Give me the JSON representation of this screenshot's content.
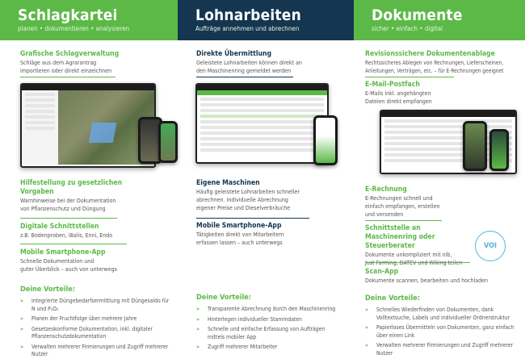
{
  "columns": [
    {
      "title": "Schlagkartei",
      "subtitle": "planen • dokumentieren • analysieren",
      "features": [
        {
          "heading": "Grafische Schlagverwaltung",
          "text": [
            "Schläge aus dem Agrarantrag",
            "importieren oder direkt einzeichnen"
          ]
        },
        {
          "heading": "Hilfestellung zu gesetzlichen Vorgaben",
          "text": [
            "Warnhinweise bei der Dokumentation",
            "von Pflanzenschutz und Düngung"
          ]
        },
        {
          "heading": "Digitale Schnittstellen",
          "text": [
            "z.B. Bodenproben, iBalis, Enni, Endo"
          ]
        },
        {
          "heading": "Mobile Smartphone-App",
          "text": [
            "Schnelle Dokumentation und",
            "guter Überblick – auch von unterwegs"
          ]
        }
      ],
      "benefits_title": "Deine Vorteile:",
      "benefits": [
        "Integrierte Düngebedarfsermittlung mit Düngesaldo für N und P₂O₅",
        "Planen der Fruchtfolge über mehrere Jahre",
        "Gesetzeskonforme Dokumentation, inkl. digitaler Pflanzenschutzdokumentation",
        "Verwalten mehrerer Firmierungen und Zugriff mehrerer Nutzer"
      ]
    },
    {
      "title": "Lohnarbeiten",
      "subtitle": "Aufträge annehmen und abrechnen",
      "features": [
        {
          "heading": "Direkte Übermittlung",
          "text": [
            "Geleistete Lohnarbeiten können direkt an",
            "den Maschinenring gemeldet werden"
          ]
        },
        {
          "heading": "Eigene Maschinen",
          "text": [
            "Häufig geleistete Lohnarbeiten schneller",
            "abrechnen. Individuelle Abrechnung",
            "eigener Preise und Dieselverbräuche"
          ]
        },
        {
          "heading": "Mobile Smartphone-App",
          "text": [
            "Tätigkeiten direkt von Mitarbeitern",
            "erfassen lassen – auch unterwegs"
          ]
        }
      ],
      "benefits_title": "Deine Vorteile:",
      "benefits": [
        "Transparente Abrechnung durch den Maschinenring",
        "Hinterlegen individueller Stammdaten",
        "Schnelle und einfache Erfassung von Aufträgen mittels mobiler App",
        "Zugriff mehrerer Mitarbeiter"
      ]
    },
    {
      "title": "Dokumente",
      "subtitle": "sicher • einfach • digital",
      "features": [
        {
          "heading": "Revisionssichere Dokumentenablage",
          "text": [
            "Rechtssicheres Ablegen von Rechnungen, Lieferscheinen,",
            "Anleitungen, Verträgen, etc. – für E-Rechnungen geeignet"
          ]
        },
        {
          "heading": "E-Mail-Postfach",
          "text": [
            "E-Mails inkl. angehängten",
            "Dateien direkt empfangen"
          ]
        },
        {
          "heading": "E-Rechnung",
          "text": [
            "E-Rechnungen schnell und",
            "einfach empfangen, erstellen",
            "und versenden"
          ]
        },
        {
          "heading": "Schnittstelle an Maschinenring oder Steuerberater",
          "text": [
            "Dokumente unkompliziert mit nlb,",
            "Just Farming, DATEV und Wiking teilen"
          ]
        },
        {
          "heading": "Scan-App",
          "text": [
            "Dokumente scannen, bearbeiten und hochladen"
          ]
        }
      ],
      "stamp": "VOI",
      "benefits_title": "Deine Vorteile:",
      "benefits": [
        "Schnelles Wiederfinden von Dokumenten, dank Volltextsuche, Labels und individueller Ordnerstruktur",
        "Papierloses Übermitteln von Dokumenten, ganz einfach über einen Link",
        "Verwalten mehrerer Firmierungen und Zugriff mehrerer Nutzer"
      ]
    }
  ],
  "colors": {
    "green": "#5cb947",
    "navy": "#143650"
  }
}
